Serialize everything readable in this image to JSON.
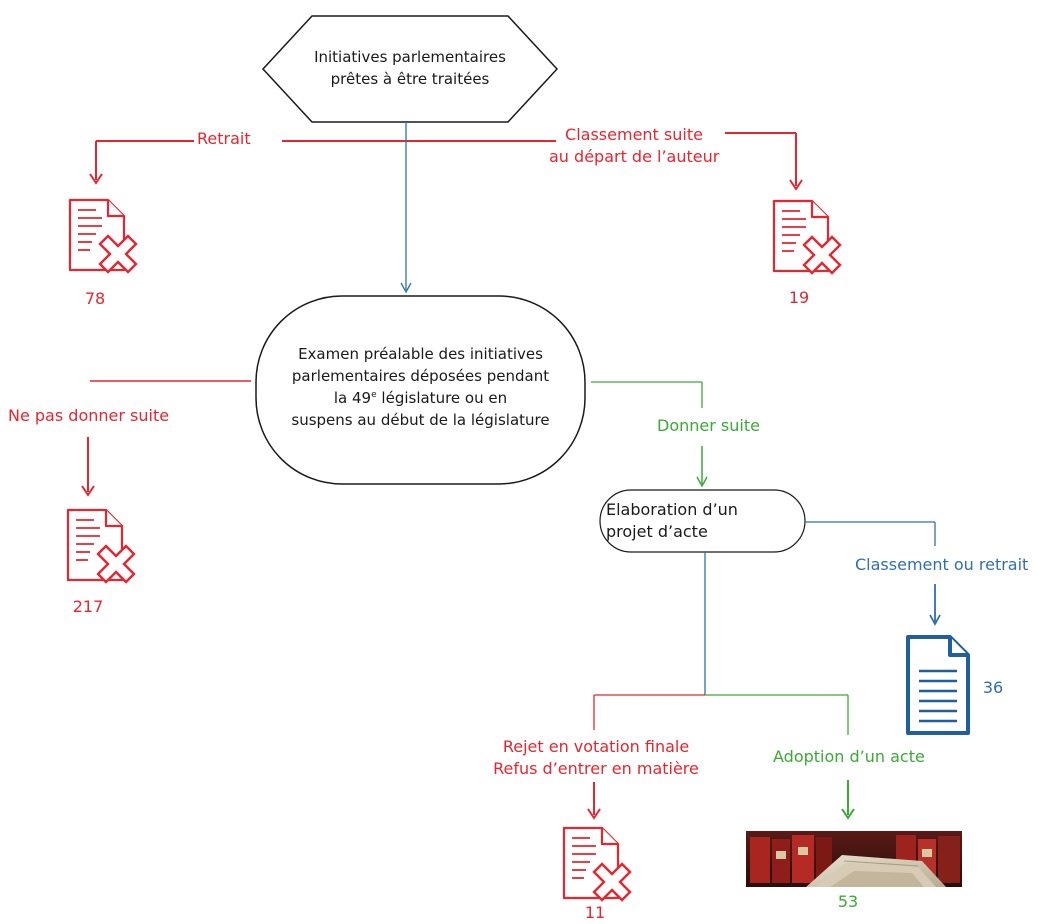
{
  "colors": {
    "red": "#e3262f",
    "green": "#3aaa35",
    "blue": "#2f6fb0",
    "blue_dark": "#1f5fa0",
    "black": "#1a1a1a"
  },
  "nodes": {
    "start": {
      "line1": "Initiatives parlementaires",
      "line2": "prêtes à être traitées"
    },
    "exam": {
      "line1": "Examen préalable des initiatives",
      "line2": "parlementaires déposées pendant",
      "line3_pre": "la 49",
      "line3_sup": "e",
      "line3_post": " législature ou en",
      "line4": "suspens au début de la législature"
    },
    "draft": {
      "line1": "Elaboration d’un",
      "line2": "projet d’acte"
    }
  },
  "branches": {
    "withdrawal": {
      "label": "Retrait",
      "count": "78"
    },
    "author_left": {
      "line1": "Classement suite",
      "line2": "au départ de l’auteur",
      "count": "19"
    },
    "no_follow_up": {
      "label": "Ne pas donner suite",
      "count": "217"
    },
    "follow_up": {
      "label": "Donner suite"
    },
    "classified_withdrawn": {
      "label": "Classement ou retrait",
      "count": "36"
    },
    "rejected": {
      "line1": "Rejet en votation finale",
      "line2": "Refus d’entrer en matière",
      "count": "11"
    },
    "adopted": {
      "label": "Adoption d’un acte",
      "count": "53"
    }
  },
  "icons": {
    "rejected_doc": "document-cross-icon",
    "filed_doc": "document-icon",
    "archive_photo": "archive-photo"
  }
}
